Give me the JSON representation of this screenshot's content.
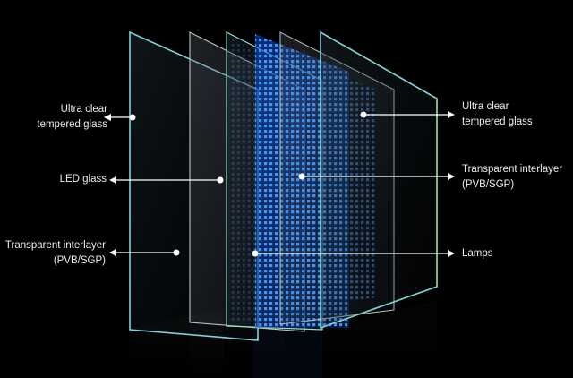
{
  "colors": {
    "background": "#000000",
    "glass_edge": "#7fd3d6",
    "led_blue": "#2f8cff",
    "label_text": "#e9eef3",
    "leader_line": "#ffffff"
  },
  "labels": {
    "left": {
      "ultra_clear": {
        "line1": "Ultra clear",
        "line2": "tempered glass"
      },
      "led_glass": {
        "line1": "LED glass"
      },
      "interlayer": {
        "line1": "Transparent interlayer",
        "line2": "(PVB/SGP)"
      }
    },
    "right": {
      "ultra_clear": {
        "line1": "Ultra clear",
        "line2": "tempered glass"
      },
      "interlayer": {
        "line1": "Transparent interlayer",
        "line2": "(PVB/SGP)"
      },
      "lamps": {
        "line1": "Lamps"
      }
    }
  }
}
